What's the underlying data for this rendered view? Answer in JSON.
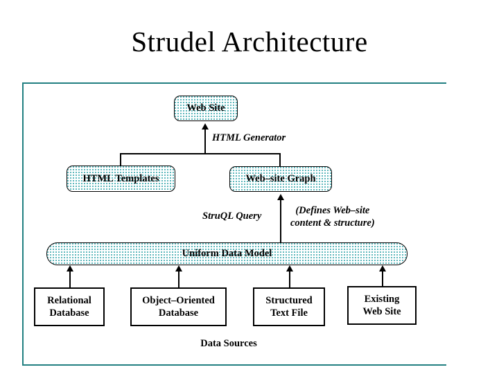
{
  "slide": {
    "title": "Strudel Architecture",
    "background_color": "#ffffff",
    "frame_color": "#217f81"
  },
  "boxes": {
    "web_site": {
      "label": "Web Site",
      "style": "rounded-shaded"
    },
    "html_templates": {
      "label": "HTML Templates",
      "style": "rounded-shaded"
    },
    "web_site_graph": {
      "label": "Web–site Graph",
      "style": "rounded-shaded"
    },
    "uniform_data_model": {
      "label": "Uniform Data Model",
      "style": "rounded-shaded-bar"
    }
  },
  "sources": {
    "caption": "Data Sources",
    "items": [
      {
        "label": "Relational\nDatabase"
      },
      {
        "label": "Object–Oriented\nDatabase"
      },
      {
        "label": "Structured\nText File"
      },
      {
        "label": "Existing\nWeb Site"
      }
    ]
  },
  "annotations": {
    "html_generator": "HTML Generator",
    "struql_query": "StruQL Query",
    "defines": "(Defines  Web–site\ncontent & structure)"
  },
  "colors": {
    "pattern_dot": "#59b6bb",
    "outline": "#000000",
    "frame": "#217f81",
    "text": "#000000"
  }
}
